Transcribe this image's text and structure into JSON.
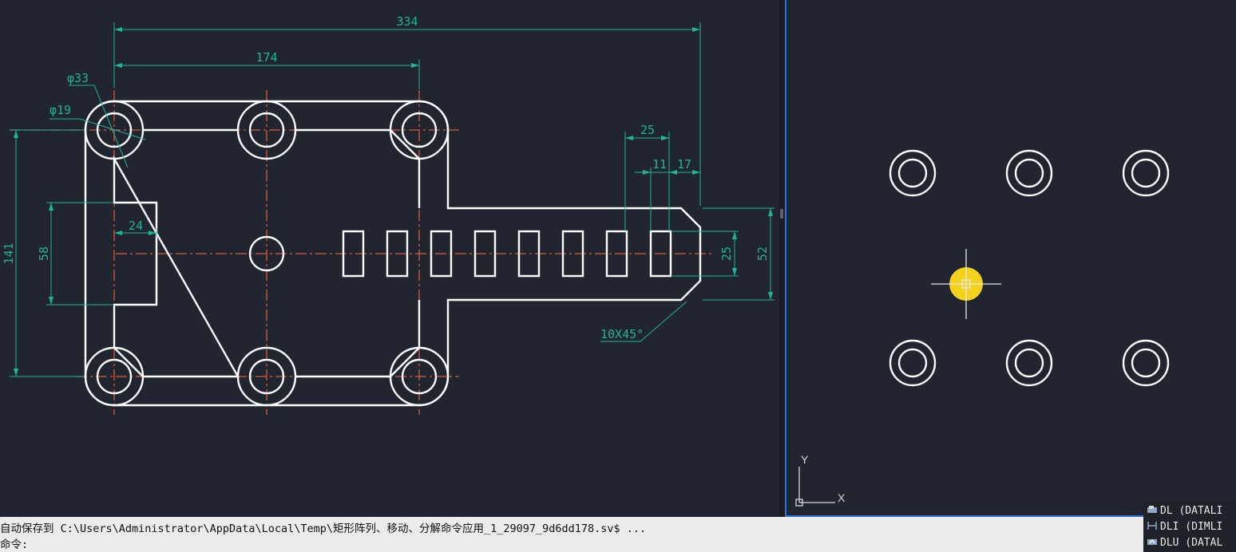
{
  "dimensions": {
    "overall_length": "334",
    "hole_spacing": "174",
    "outer_dia": "φ33",
    "inner_dia": "φ19",
    "height": "141",
    "notch_height": "58",
    "notch_depth": "24",
    "slot_pitch": "25",
    "slot_width": "11",
    "end_offset": "17",
    "slot_length": "25",
    "tab_height": "52",
    "chamfer": "10X45°"
  },
  "ucs": {
    "y_label": "Y",
    "x_label": "X"
  },
  "command_bar": {
    "line1": "自动保存到 C:\\Users\\Administrator\\AppData\\Local\\Temp\\矩形阵列、移动、分解命令应用_1_29097_9d6dd178.sv$ ...",
    "line2": "命令:"
  },
  "autocomplete": [
    {
      "icon": "dimlinear-icon",
      "label": "DL (DATALI"
    },
    {
      "icon": "dimlinear-icon",
      "label": "DLI (DIMLI"
    },
    {
      "icon": "dataupdate-icon",
      "label": "DLU (DATAL"
    }
  ],
  "colors": {
    "background": "#212530",
    "geometry": "#ffffff",
    "dimension": "#1fb39a",
    "center_line": "#d65a3a",
    "viewport_border": "#2f6fe0",
    "cursor_highlight": "#f2d21a"
  }
}
